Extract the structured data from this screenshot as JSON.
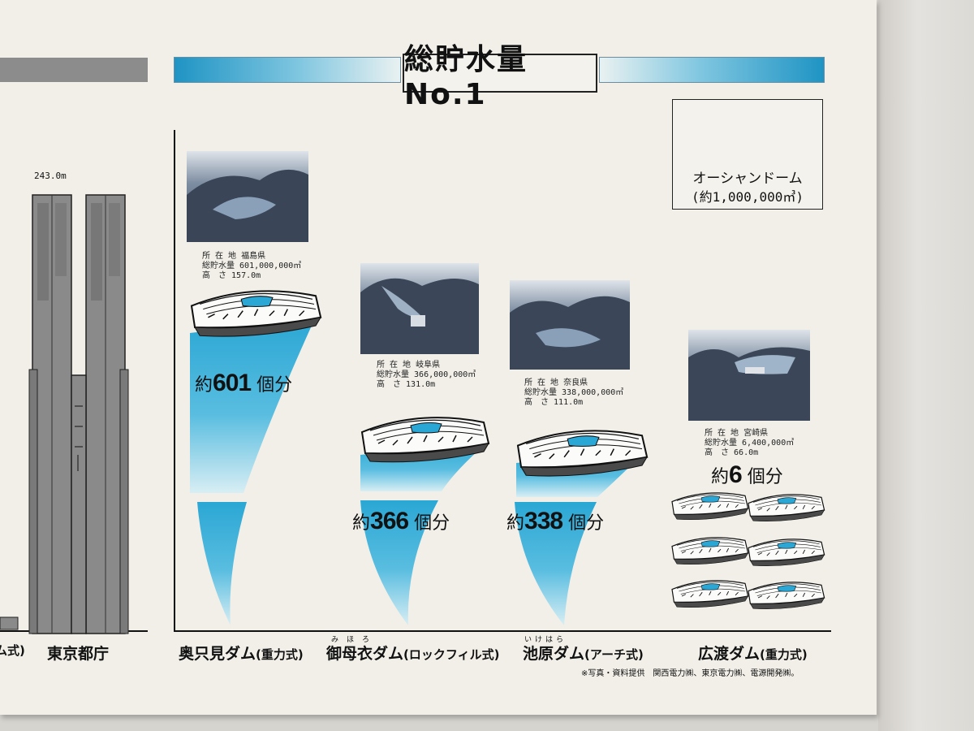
{
  "header": {
    "title": "総貯水量No.1"
  },
  "tower": {
    "height_label": "243.0m",
    "name": "東京都庁",
    "prev_label_fragment": "ム式)"
  },
  "ocean_dome": {
    "name": "オーシャンドーム",
    "capacity": "(約1,000,000㎥)"
  },
  "info_labels": {
    "location": "所 在 地",
    "volume": "総貯水量",
    "height": "高　さ"
  },
  "dams": [
    {
      "name": "奥只見ダム",
      "type": "(重力式)",
      "location": "福島県",
      "volume": "601,000,000㎥",
      "height": "157.0m",
      "count_prefix": "約",
      "count": "601",
      "count_suffix": "個分"
    },
    {
      "name": "御母衣ダム",
      "ruby": "みほろ",
      "type": "(ロックフィル式)",
      "location": "岐阜県",
      "volume": "366,000,000㎥",
      "height": "131.0m",
      "count_prefix": "約",
      "count": "366",
      "count_suffix": "個分"
    },
    {
      "name": "池原ダム",
      "ruby": "いけはら",
      "type": "(アーチ式)",
      "location": "奈良県",
      "volume": "338,000,000㎥",
      "height": "111.0m",
      "count_prefix": "約",
      "count": "338",
      "count_suffix": "個分"
    },
    {
      "name": "広渡ダム",
      "type": "(重力式)",
      "location": "宮崎県",
      "volume": "6,400,000㎥",
      "height": "66.0m",
      "count_prefix": "約",
      "count": "6",
      "count_suffix": "個分"
    }
  ],
  "credit": "※写真・資料提供　関西電力㈱、東京電力㈱、電源開発㈱。",
  "colors": {
    "water": "#2aa7d4",
    "band_gray": "#8c8c8c",
    "tower": "#8a8a8a",
    "board": "#f1efe8"
  }
}
